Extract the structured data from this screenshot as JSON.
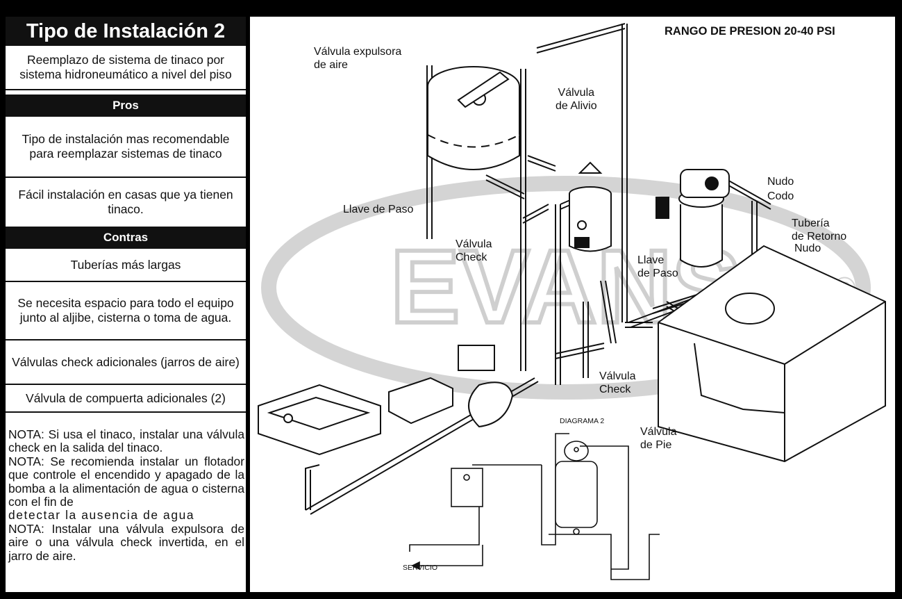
{
  "left": {
    "title": "Tipo de Instalación 2",
    "description": "Reemplazo de sistema de tinaco por sistema hidroneumático a nivel del piso",
    "pros_heading": "Pros",
    "pros": [
      "Tipo de instalación mas recomendable para reemplazar sistemas de tinaco",
      "Fácil instalación en casas que ya tienen tinaco."
    ],
    "contras_heading": "Contras",
    "contras": [
      "Tuberías más largas",
      "Se necesita espacio para todo el equipo junto al aljibe, cisterna o toma de agua.",
      "Válvulas check adicionales (jarros de aire)",
      "Válvula de compuerta adicionales (2)"
    ],
    "notes": [
      "NOTA:  Si usa el tinaco, instalar una válvula check en la salida del tinaco.",
      "NOTA:  Se recomienda instalar un flotador que controle el encendido y apagado de la bomba a la alimentación de agua o cisterna con el fin de",
      "detectar la ausencia de agua",
      "NOTA: Instalar una válvula expulsora de aire o una válvula check invertida, en el jarro de aire."
    ]
  },
  "diagram": {
    "range_title": "RANGO DE PRESION 20-40 PSI",
    "watermark": "EVANS",
    "watermark_mark": "®",
    "labels": {
      "valvula_expulsora": "Válvula expulsora\nde aire",
      "valvula_alivio": "Válvula\nde Alivio",
      "llave_paso_left": "Llave de Paso",
      "valvula_check_left": "Válvula\nCheck",
      "nudo_top": "Nudo",
      "codo": "Codo",
      "tuberia_retorno": "Tubería\nde Retorno",
      "nudo_mid": "Nudo",
      "llave_paso_right": "Llave\nde Paso",
      "valvula_check_right": "Válvula\nCheck",
      "valvula_pie": "Válvula\nde Pie",
      "diagrama": "DIAGRAMA 2",
      "servicio": "SERVICIO"
    }
  }
}
